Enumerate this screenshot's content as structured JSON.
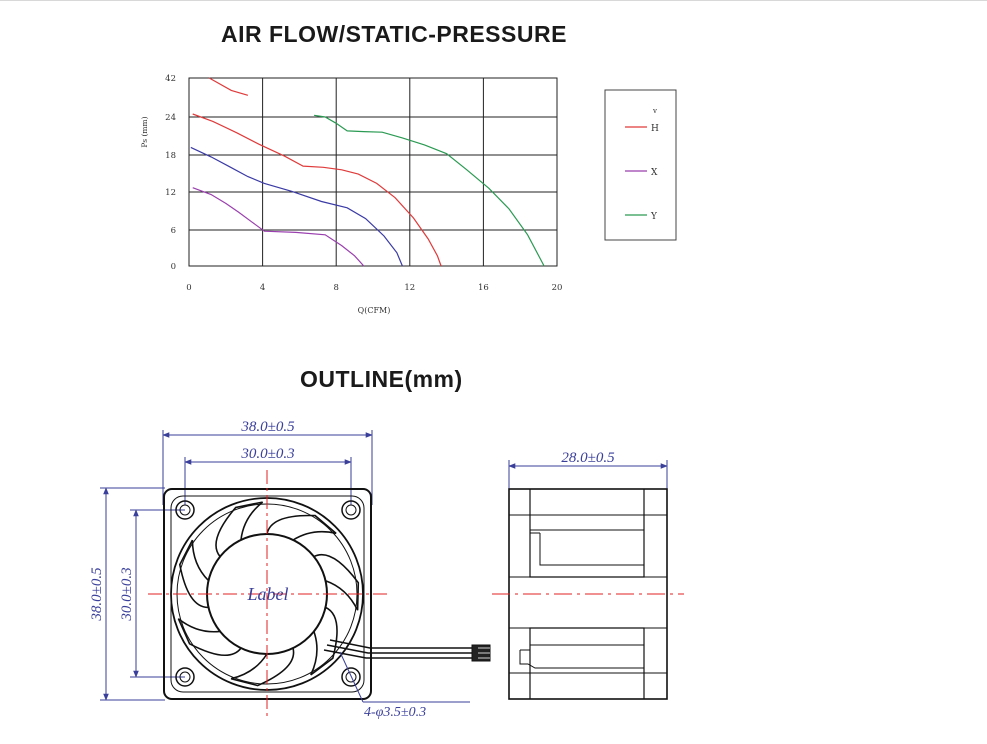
{
  "titles": {
    "airflow": "AIR FLOW/STATIC-PRESSURE",
    "outline": "OUTLINE(mm)"
  },
  "chart_data": {
    "type": "line",
    "title": "AIR FLOW/STATIC-PRESSURE",
    "xlabel": "Q(CFM)",
    "ylabel": "Ps (mm)",
    "xlim": [
      0,
      20
    ],
    "ylim": [
      0,
      42
    ],
    "xticks": [
      0,
      4,
      8,
      12,
      16,
      20
    ],
    "yticks": [
      0,
      6,
      12,
      18,
      24,
      42
    ],
    "ytick_labels": [
      "0",
      "6",
      "12",
      "18",
      "24",
      "42"
    ],
    "grid": true,
    "legend_position": "right",
    "series": [
      {
        "name": "H",
        "color": "#e03a3a",
        "points": [
          [
            0.2,
            25.4
          ],
          [
            1.3,
            23.3
          ],
          [
            2.6,
            21.5
          ],
          [
            3.8,
            19.7
          ],
          [
            5.2,
            17.8
          ],
          [
            6.2,
            16.2
          ],
          [
            7.3,
            16
          ],
          [
            8.3,
            15.6
          ],
          [
            9.2,
            14.9
          ],
          [
            10.2,
            13.4
          ],
          [
            11.2,
            11.1
          ],
          [
            12.2,
            7.9
          ],
          [
            13.0,
            4.5
          ],
          [
            13.5,
            1.7
          ],
          [
            13.7,
            0
          ]
        ]
      },
      {
        "name": "X",
        "color": "#9a3fae",
        "points": [
          [
            0.2,
            12.7
          ],
          [
            1.2,
            11.6
          ],
          [
            2.0,
            10.2
          ],
          [
            2.7,
            8.8
          ],
          [
            3.4,
            7.3
          ],
          [
            4.1,
            5.8
          ],
          [
            5.8,
            5.6
          ],
          [
            7.4,
            5.2
          ],
          [
            8.3,
            3.4
          ],
          [
            9.0,
            1.7
          ],
          [
            9.5,
            0
          ]
        ]
      },
      {
        "name": "Y",
        "color": "#2a9a52",
        "points": [
          [
            6.8,
            24.8
          ],
          [
            7.4,
            24.0
          ],
          [
            8.0,
            23.0
          ],
          [
            8.6,
            21.8
          ],
          [
            9.5,
            21.7
          ],
          [
            10.5,
            21.6
          ],
          [
            11.6,
            20.7
          ],
          [
            12.8,
            19.6
          ],
          [
            14.0,
            18.2
          ],
          [
            15.1,
            15.6
          ],
          [
            16.3,
            12.6
          ],
          [
            17.4,
            9.3
          ],
          [
            18.4,
            5.2
          ],
          [
            19.3,
            0
          ]
        ]
      },
      {
        "name": "",
        "color": "#3a3aa6",
        "points": [
          [
            0.1,
            19.2
          ],
          [
            1.2,
            17.7
          ],
          [
            2.2,
            16.1
          ],
          [
            3.2,
            14.5
          ],
          [
            4.1,
            13.4
          ],
          [
            5.6,
            12.1
          ],
          [
            7.2,
            10.5
          ],
          [
            8.6,
            9.5
          ],
          [
            9.6,
            7.8
          ],
          [
            10.6,
            5.0
          ],
          [
            11.3,
            2.2
          ],
          [
            11.6,
            0
          ]
        ]
      },
      {
        "name": "",
        "color": "#e03a3a",
        "points": [
          [
            1.1,
            42.0
          ],
          [
            2.3,
            36.3
          ],
          [
            3.2,
            34.0
          ]
        ]
      }
    ]
  },
  "legend": {
    "marker": "v",
    "entries": [
      {
        "label": "H",
        "color": "#e03a3a"
      },
      {
        "label": "X",
        "color": "#9a3fae"
      },
      {
        "label": "Y",
        "color": "#2a9a52"
      }
    ]
  },
  "outline": {
    "width_outer": "38.0±0.5",
    "width_inner": "30.0±0.3",
    "height_outer": "38.0±0.5",
    "height_inner": "30.0±0.3",
    "depth": "28.0±0.5",
    "holes": "4-φ3.5±0.3",
    "label_text": "Label",
    "line_color": "#3a3f9a",
    "center_color": "#e02020"
  }
}
